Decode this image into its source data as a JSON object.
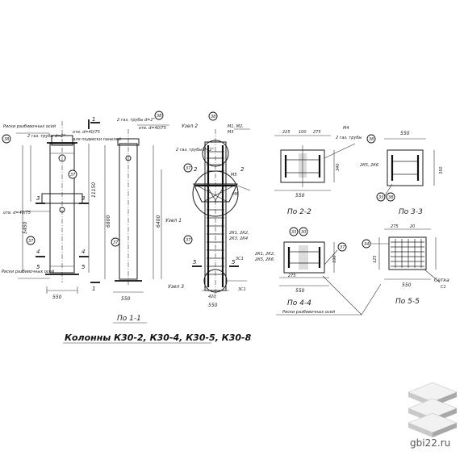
{
  "drawing": {
    "title": "Колонны К30-2, К30-4, К30-5, К30-8",
    "section_labels": {
      "s11": "По 1-1",
      "s22": "По 2-2",
      "s33": "По 3-3",
      "s44": "По 4-4",
      "s55": "По 5-5"
    },
    "node_labels": {
      "node1": "Узел 1",
      "node2": "Узел 2",
      "node3": "Узел 3"
    },
    "notes": {
      "risk_top": "Риски разбивочных осей",
      "risk_bottom": "Риски разбивочных осей",
      "risk_center": "Риски разбивочных осей",
      "pipe1": "2 газ. трубы d=2\"",
      "pipe2": "2 газ. трубы d=2\"",
      "pipe3": "2 газ. трубы d=2\"",
      "pipe4": "2 газ. трубы",
      "otv_top": "отв. d=40/75",
      "otv_mid": "отв. d=40/75",
      "otv_left": "отв. d=40/75",
      "mesh": "Сетка",
      "mesh_c": "С1",
      "fixing": "для подвески панелей"
    },
    "marks": {
      "m1": "М1, М2,",
      "m2": "М3",
      "m3": "М4",
      "m4": "М5",
      "m5": "М6",
      "k1": "2К1, 2К2,",
      "k2": "2К3, 2К4",
      "k3": "2К5, 2К6",
      "k4": "3С1",
      "k5": "3С1"
    },
    "dims": {
      "d550a": "550",
      "d550b": "550",
      "d550c": "550",
      "d550d": "550",
      "d550e": "550",
      "d550f": "550",
      "d550g": "550",
      "d350": "350",
      "d225": "225",
      "d100": "100",
      "d275a": "275",
      "d275b": "275",
      "d20": "20",
      "d340": "340",
      "d190": "190",
      "d11150": "11150",
      "d6800": "6800",
      "d5450": "5450",
      "d6400": "6400",
      "d275c": "275",
      "d420": "420",
      "d125": "125"
    },
    "bubbles": {
      "b38a": "38",
      "b37a": "37",
      "b37b": "37",
      "b38b": "38",
      "b37c": "37",
      "b38c": "38",
      "b37d": "37",
      "b38d": "38",
      "b33": "33",
      "b37e": "37",
      "b38e": "38",
      "b33b": "33",
      "b30": "30",
      "b37f": "37",
      "b34": "34"
    },
    "cut_marks": {
      "c1": "1",
      "c1b": "1",
      "c2": "2",
      "c2b": "2",
      "c3": "3",
      "c3b": "3",
      "c4": "4",
      "c4b": "4",
      "c5": "5",
      "c5b": "5",
      "c5c": "5",
      "c5d": "5"
    }
  },
  "watermark": {
    "site": "gbi22.ru",
    "logo_icon": "stacked-slabs-icon"
  }
}
